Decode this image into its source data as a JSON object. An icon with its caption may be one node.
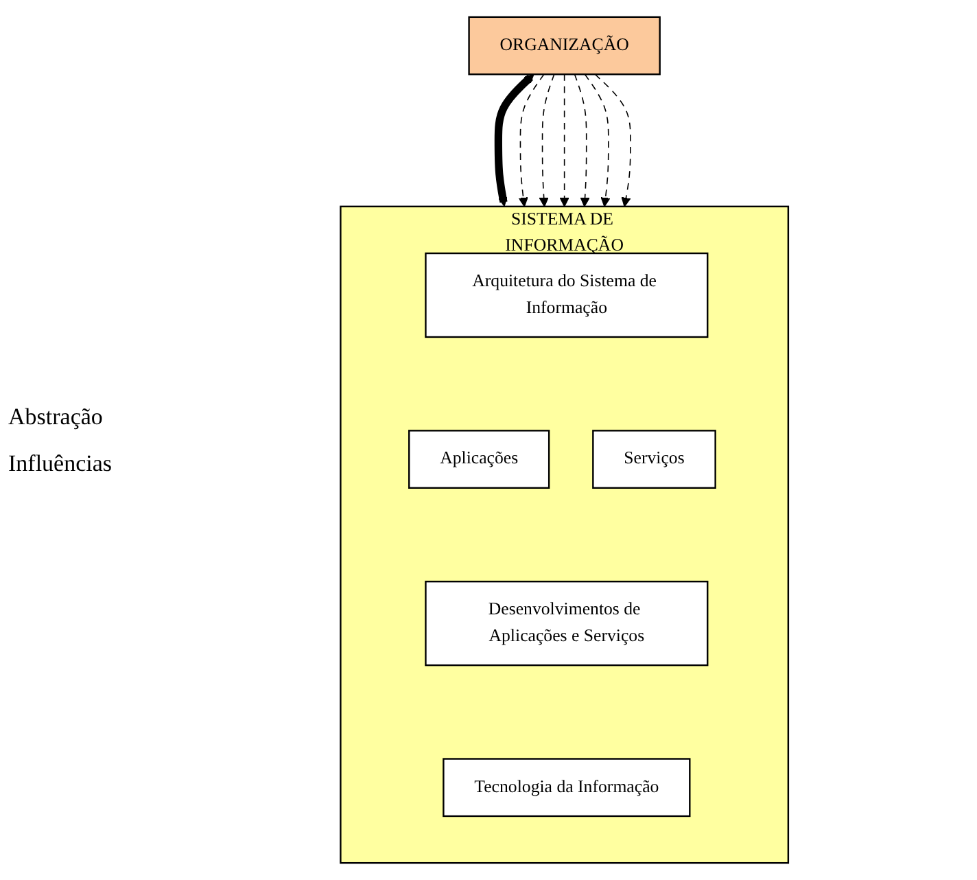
{
  "diagram": {
    "nodes": [
      {
        "text": [
          "SISTEMA DE INFORMAÇÃO"
        ]
      },
      {
        "text": [
          "Arquitetura do Sistema de Informação"
        ],
        "in": 0
      },
      {
        "text": [
          "Aplicações"
        ],
        "in": 0
      },
      {
        "text": [
          "Serviços"
        ],
        "in": 0
      },
      {
        "text": [
          "Desenvolvimentos de Aplicações e Serviços"
        ],
        "in": 0
      },
      {
        "text": [
          "Tecnologia da Informação"
        ],
        "in": 0
      },
      {
        "text": [
          "ORGANIZAÇÃO"
        ]
      }
    ],
    "edges": [
      {
        "from": 6,
        "to": 0,
        "arrow": "to",
        "style": "dashed"
      },
      {
        "from": 6,
        "to": 0,
        "arrow": "to",
        "style": "dashed"
      },
      {
        "from": 0,
        "to": 6,
        "arrow": "both",
        "style": "thick"
      },
      {
        "from": 6,
        "to": 0,
        "arrow": "to",
        "style": "dashed"
      },
      {
        "from": 6,
        "to": 0,
        "arrow": "to",
        "style": "dashed"
      },
      {
        "from": 6,
        "to": 0,
        "arrow": "to",
        "style": "dashed"
      },
      {
        "from": 6,
        "to": 0,
        "arrow": "to",
        "style": "dashed"
      }
    ],
    "labels": [
      "Abstração",
      "Influências"
    ]
  }
}
